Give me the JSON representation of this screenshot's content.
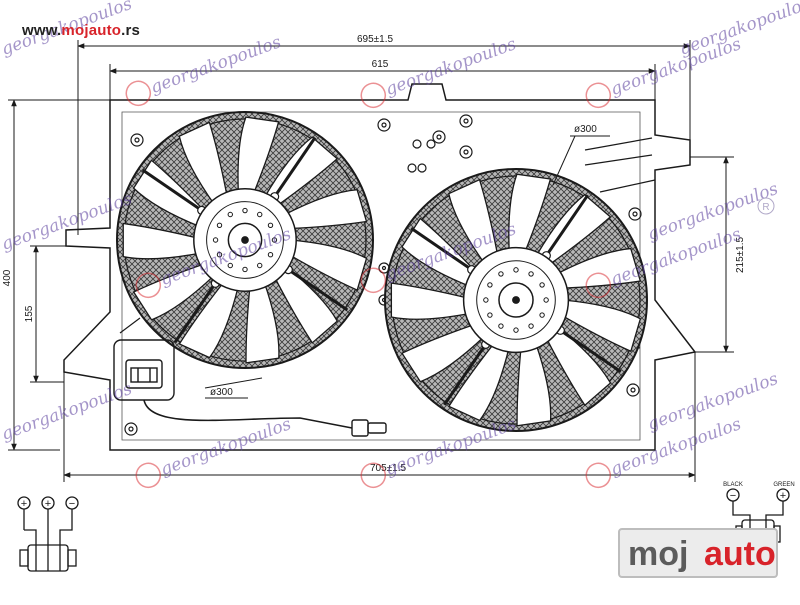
{
  "site": {
    "url_prefix": "www.",
    "url_accent": "mojauto",
    "url_suffix": ".rs"
  },
  "logo": {
    "part_a": "moj",
    "part_b": "auto"
  },
  "watermark": {
    "text": "georgakopoulos",
    "registered": "R"
  },
  "dimensions": {
    "overall_top": "695±1.5",
    "frame_top": "615",
    "height_left": "400",
    "lower_left": "155",
    "right_height": "215±1.5",
    "bottom_width": "705±1.5",
    "fan_left_diameter": "ø300",
    "fan_right_diameter": "ø300"
  },
  "connector_left": {
    "pins": [
      "+",
      "+",
      "−"
    ]
  },
  "connector_right": {
    "wire_left_label": "BLACK",
    "wire_left_sign": "−",
    "wire_right_label": "GREEN",
    "wire_right_sign": "+"
  },
  "colors": {
    "line": "#1a1a1a",
    "accent": "#d8232a",
    "watermark": "#5b3f9e"
  }
}
